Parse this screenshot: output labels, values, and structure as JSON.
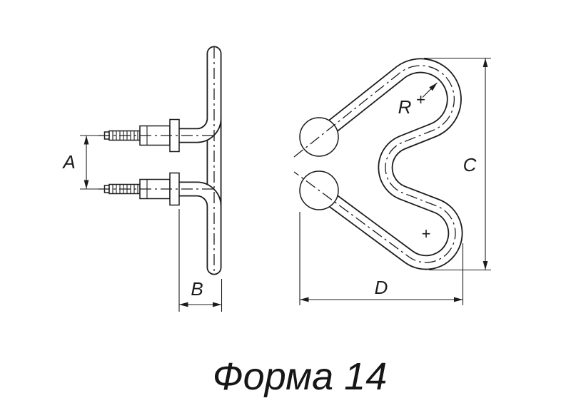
{
  "drawing": {
    "caption": "Форма 14",
    "colors": {
      "line": "#1c1c1c",
      "background": "#ffffff"
    },
    "views": {
      "side": {
        "dim_a": "A",
        "dim_b": "B"
      },
      "front": {
        "dim_c": "C",
        "dim_d": "D",
        "radius_label": "R",
        "center_mark_top": "+",
        "center_mark_bottom": "+"
      }
    }
  }
}
